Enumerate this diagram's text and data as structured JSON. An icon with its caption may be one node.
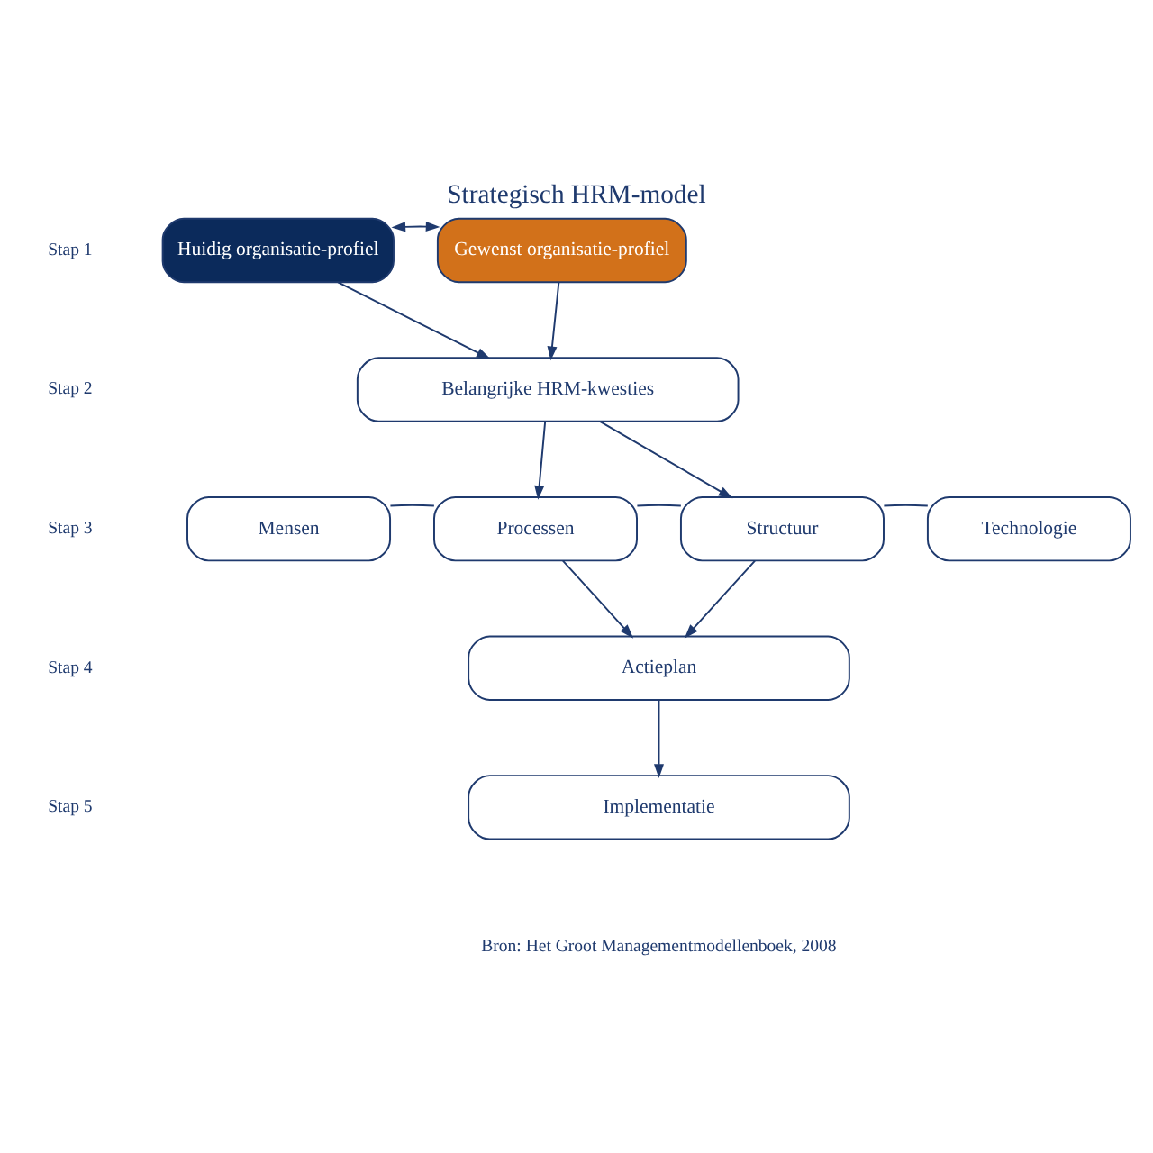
{
  "diagram": {
    "title": "Strategisch HRM-model",
    "caption": "Bron: Het Groot Managementmodellenboek, 2008",
    "nodes": [
      {
        "text": [
          "Huidig organisatie-profiel"
        ]
      },
      {
        "text": [
          "Gewenst organisatie-profiel"
        ]
      },
      {
        "text": [
          "Belangrijke HRM-kwesties"
        ]
      },
      {
        "text": [
          "Mensen"
        ]
      },
      {
        "text": [
          "Processen"
        ]
      },
      {
        "text": [
          "Structuur"
        ]
      },
      {
        "text": [
          "Technologie"
        ]
      },
      {
        "text": [
          "Actieplan"
        ]
      },
      {
        "text": [
          "Implementatie"
        ]
      }
    ],
    "edges": [
      {
        "from": 0,
        "to": 1,
        "arrow": "both"
      },
      {
        "from": 0,
        "to": 2,
        "arrow": "to"
      },
      {
        "from": 1,
        "to": 2,
        "arrow": "to"
      },
      {
        "from": 2,
        "to": 4,
        "arrow": "to"
      },
      {
        "from": 2,
        "to": 5,
        "arrow": "to"
      },
      {
        "from": 3,
        "to": 4,
        "arrow": "none"
      },
      {
        "from": 4,
        "to": 5,
        "arrow": "none"
      },
      {
        "from": 5,
        "to": 6,
        "arrow": "none"
      },
      {
        "from": 4,
        "to": 7,
        "arrow": "to"
      },
      {
        "from": 5,
        "to": 7,
        "arrow": "to"
      },
      {
        "from": 7,
        "to": 8,
        "arrow": "to"
      }
    ],
    "labels": [
      "Stap 1",
      "Stap 2",
      "Stap 3",
      "Stap 4",
      "Stap 5"
    ]
  }
}
